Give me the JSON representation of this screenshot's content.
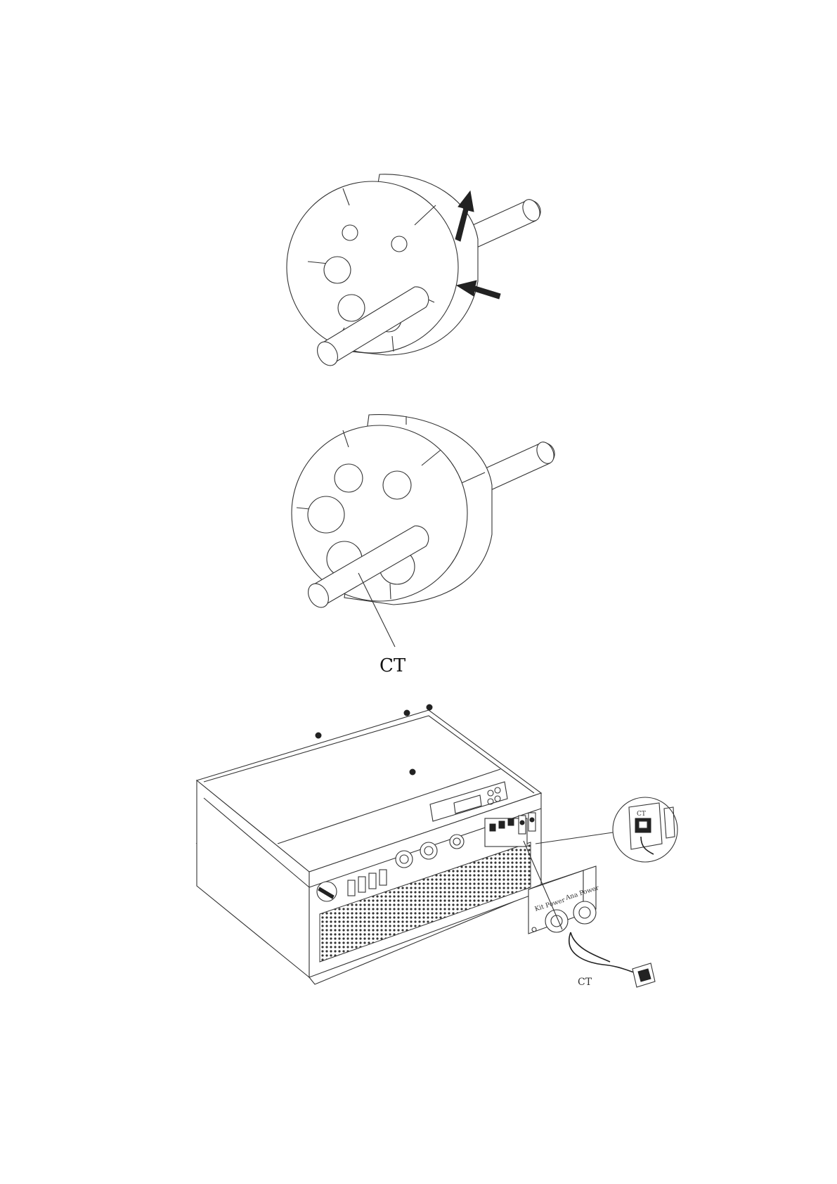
{
  "labels": {
    "ct_main": "CT",
    "ct_inverter": "CT",
    "ct_magnifier": "CT",
    "box_label_left": "Kit Power",
    "box_label_right": "Ana Power"
  }
}
